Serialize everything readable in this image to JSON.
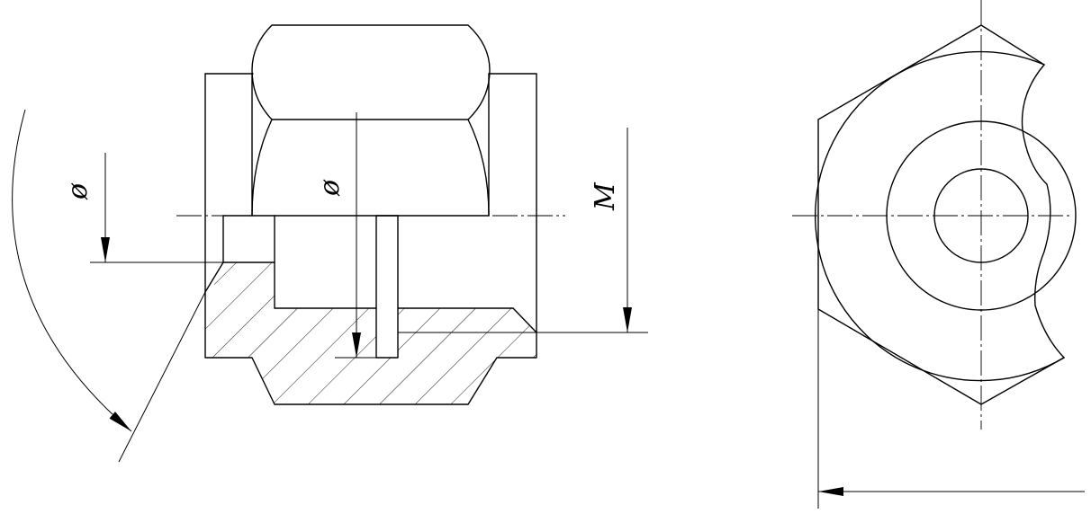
{
  "labels": {
    "dia_left": "ø",
    "dia_center": "ø",
    "thread": "M"
  },
  "colors": {
    "line": "#000000",
    "background": "#ffffff"
  }
}
